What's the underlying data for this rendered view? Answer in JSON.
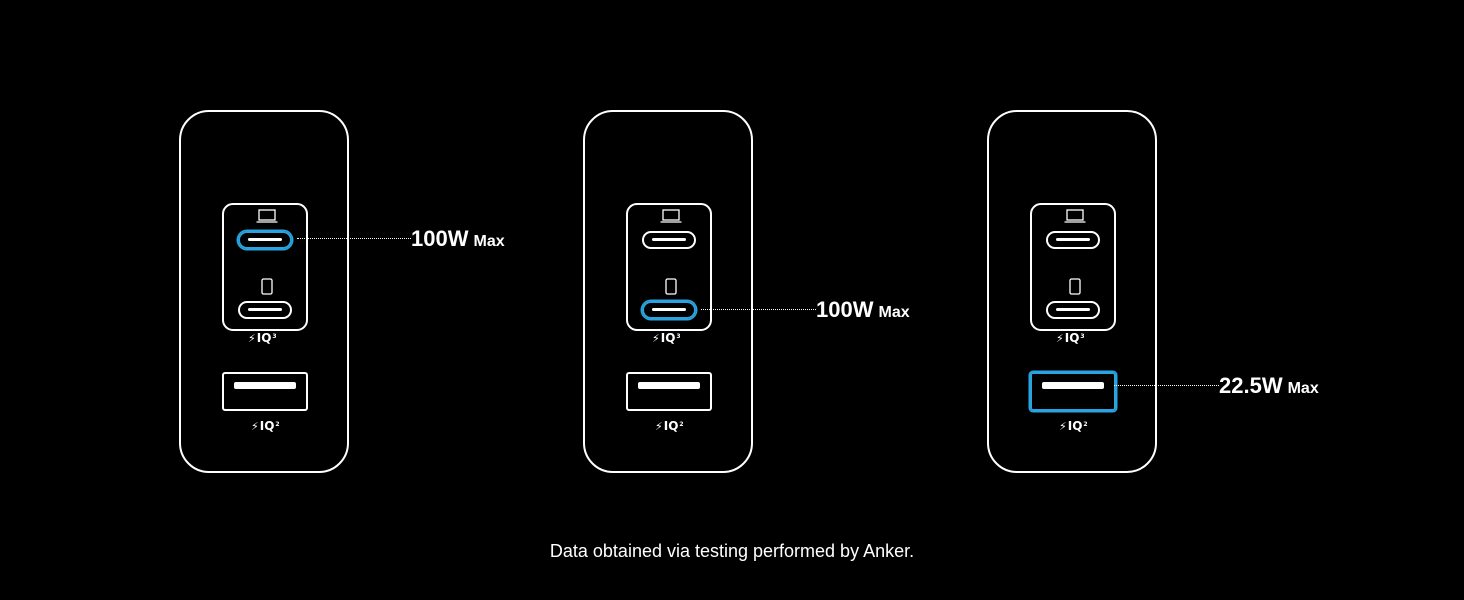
{
  "colors": {
    "background": "#000000",
    "outline": "#ffffff",
    "highlight": "#29a4e0"
  },
  "port_icons": {
    "top_usb_c": "laptop-icon",
    "middle_usb_c": "phone-icon"
  },
  "iq_badge": {
    "text": "IQ",
    "usb_c_superscript": "3",
    "usb_a_superscript": "2"
  },
  "chargers": [
    {
      "highlighted_port": "usb-c-top",
      "watt_value": "100W",
      "watt_suffix": "Max"
    },
    {
      "highlighted_port": "usb-c-bottom",
      "watt_value": "100W",
      "watt_suffix": "Max"
    },
    {
      "highlighted_port": "usb-a",
      "watt_value": "22.5W",
      "watt_suffix": "Max"
    }
  ],
  "footnote": "Data obtained via testing performed by Anker."
}
